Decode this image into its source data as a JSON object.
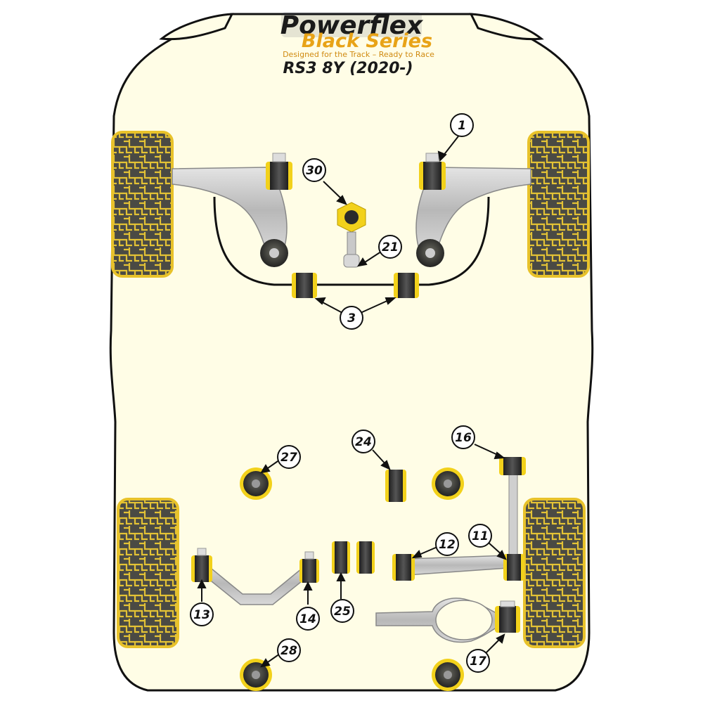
{
  "logo": {
    "brand": "Powerflex",
    "series": "Black Series",
    "tagline": "Designed for the Track – Ready to Race"
  },
  "model": "RS3 8Y (2020-)",
  "callouts": {
    "c1": "1",
    "c3": "3",
    "c11": "11",
    "c12": "12",
    "c13": "13",
    "c14": "14",
    "c16": "16",
    "c17": "17",
    "c21": "21",
    "c24": "24",
    "c25": "25",
    "c27": "27",
    "c28": "28",
    "c30": "30"
  },
  "colors": {
    "body_fill": "#fffde6",
    "outline": "#111111",
    "bush_yellow": "#f2d11b",
    "bush_dark": "#2b2b2b",
    "arm_grey": "#c9c9c9",
    "tyre_yellow": "#e8c22a"
  }
}
